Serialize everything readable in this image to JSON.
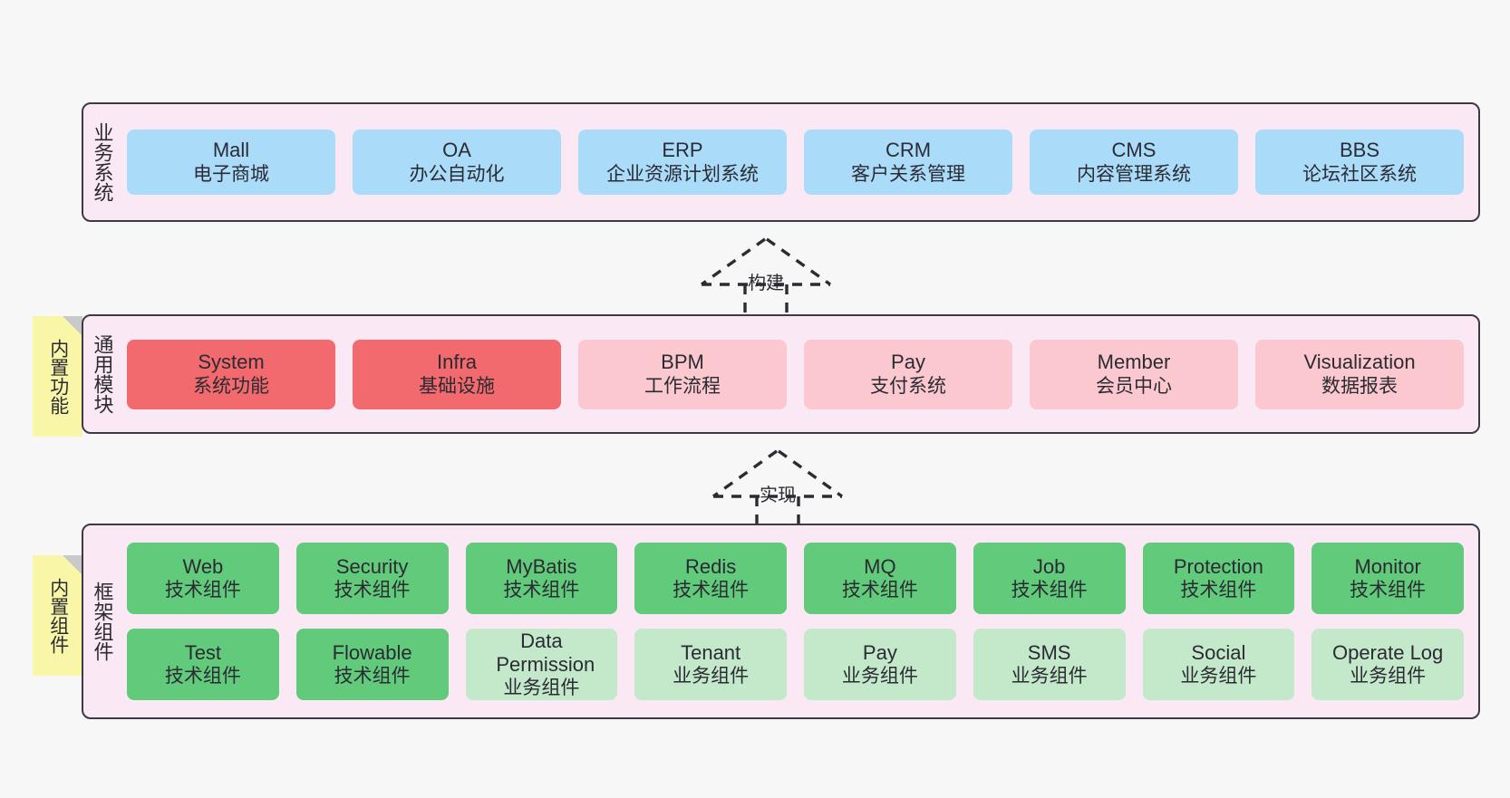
{
  "diagram": {
    "background": "#f7f7f7",
    "layer_bg": "#fae9f4",
    "layer_border": "#3b3b47",
    "sticky_bg": "#faf6a8",
    "colors": {
      "business": "#aadcfa",
      "module_active": "#f2696e",
      "module_plain": "#fbc8cf",
      "tech_component": "#61ca7b",
      "biz_component": "#c3e8ca"
    }
  },
  "layers": [
    {
      "id": "business-system",
      "title": "业务系统",
      "rows": [
        {
          "cells": [
            {
              "t1": "Mall",
              "t2": "电子商城",
              "color": "c-blue"
            },
            {
              "t1": "OA",
              "t2": "办公自动化",
              "color": "c-blue"
            },
            {
              "t1": "ERP",
              "t2": "企业资源计划系统",
              "color": "c-blue"
            },
            {
              "t1": "CRM",
              "t2": "客户关系管理",
              "color": "c-blue"
            },
            {
              "t1": "CMS",
              "t2": "内容管理系统",
              "color": "c-blue"
            },
            {
              "t1": "BBS",
              "t2": "论坛社区系统",
              "color": "c-blue"
            }
          ]
        }
      ]
    },
    {
      "id": "common-module",
      "title": "通用模块",
      "sticky": "内置功能",
      "rows": [
        {
          "cells": [
            {
              "t1": "System",
              "t2": "系统功能",
              "color": "c-red"
            },
            {
              "t1": "Infra",
              "t2": "基础设施",
              "color": "c-red"
            },
            {
              "t1": "BPM",
              "t2": "工作流程",
              "color": "c-pink"
            },
            {
              "t1": "Pay",
              "t2": "支付系统",
              "color": "c-pink"
            },
            {
              "t1": "Member",
              "t2": "会员中心",
              "color": "c-pink"
            },
            {
              "t1": "Visualization",
              "t2": "数据报表",
              "color": "c-pink"
            }
          ]
        }
      ]
    },
    {
      "id": "framework-component",
      "title": "框架组件",
      "sticky": "内置组件",
      "rows": [
        {
          "cells": [
            {
              "t1": "Web",
              "t2": "技术组件",
              "color": "c-green"
            },
            {
              "t1": "Security",
              "t2": "技术组件",
              "color": "c-green"
            },
            {
              "t1": "MyBatis",
              "t2": "技术组件",
              "color": "c-green"
            },
            {
              "t1": "Redis",
              "t2": "技术组件",
              "color": "c-green"
            },
            {
              "t1": "MQ",
              "t2": "技术组件",
              "color": "c-green"
            },
            {
              "t1": "Job",
              "t2": "技术组件",
              "color": "c-green"
            },
            {
              "t1": "Protection",
              "t2": "技术组件",
              "color": "c-green"
            },
            {
              "t1": "Monitor",
              "t2": "技术组件",
              "color": "c-green"
            }
          ]
        },
        {
          "cells": [
            {
              "t1": "Test",
              "t2": "技术组件",
              "color": "c-green"
            },
            {
              "t1": "Flowable",
              "t2": "技术组件",
              "color": "c-green"
            },
            {
              "t1": "Data Permission",
              "t2": "业务组件",
              "color": "c-lightgreen"
            },
            {
              "t1": "Tenant",
              "t2": "业务组件",
              "color": "c-lightgreen"
            },
            {
              "t1": "Pay",
              "t2": "业务组件",
              "color": "c-lightgreen"
            },
            {
              "t1": "SMS",
              "t2": "业务组件",
              "color": "c-lightgreen"
            },
            {
              "t1": "Social",
              "t2": "业务组件",
              "color": "c-lightgreen"
            },
            {
              "t1": "Operate Log",
              "t2": "业务组件",
              "color": "c-lightgreen"
            }
          ]
        }
      ]
    }
  ],
  "connectors": [
    {
      "id": "build",
      "label": "构建"
    },
    {
      "id": "implement",
      "label": "实现"
    }
  ]
}
